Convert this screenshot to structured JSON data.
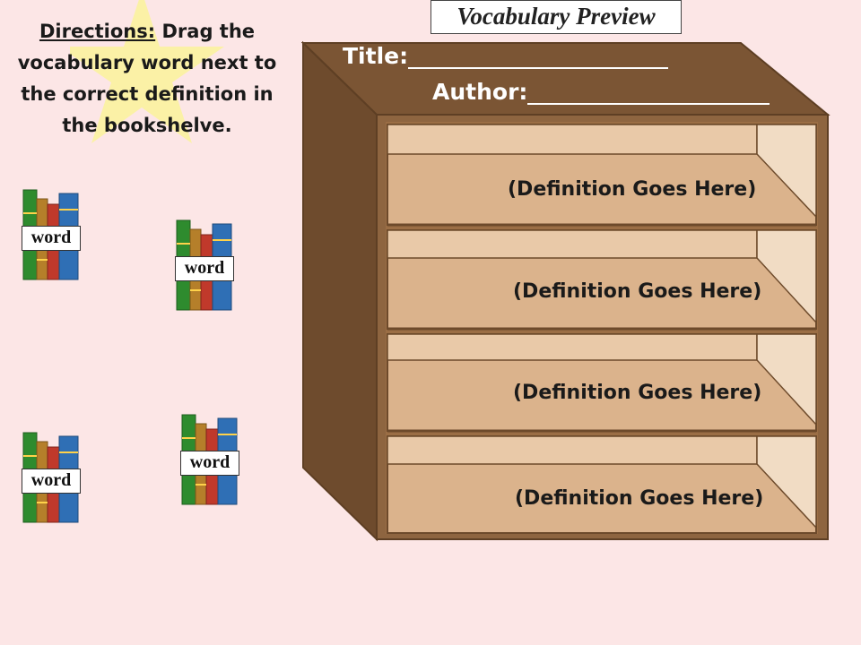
{
  "header": {
    "title": "Vocabulary Preview"
  },
  "directions": {
    "lead": "Directions:",
    "text": "Drag the vocabulary word next to the correct definition in the bookshelve."
  },
  "bookshelf": {
    "title_label": "Title:",
    "author_label": "Author:",
    "definitions": [
      "(Definition Goes Here)",
      "(Definition Goes Here)",
      "(Definition Goes Here)",
      "(Definition Goes Here)"
    ]
  },
  "words": [
    "word",
    "word",
    "word",
    "word"
  ],
  "icons": {
    "book-stack": "book-stack-icon",
    "star": "star-icon"
  },
  "colors": {
    "background": "#fce6e6",
    "shelf_dark": "#7a5535",
    "shelf_inner": "#dbb38c",
    "star": "#fbf1a6"
  }
}
